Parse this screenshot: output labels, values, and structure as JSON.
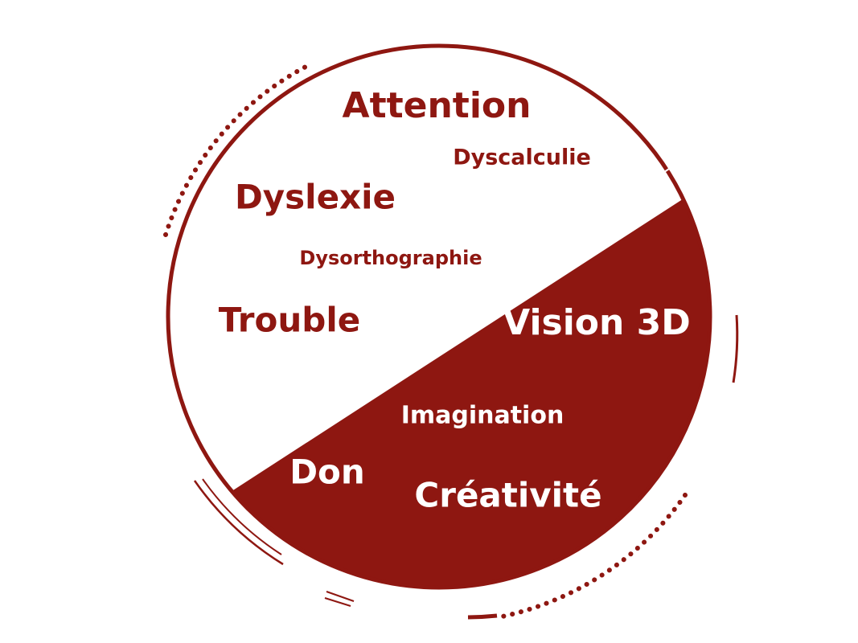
{
  "colors": {
    "primary": "#8e1711",
    "light": "#ffffff"
  },
  "words": {
    "attention": "Attention",
    "dyscalculie": "Dyscalculie",
    "dyslexie": "Dyslexie",
    "dysorthographie": "Dysorthographie",
    "trouble": "Trouble",
    "vision3d": "Vision 3D",
    "imagination": "Imagination",
    "don": "Don",
    "creativite": "Créativité"
  }
}
